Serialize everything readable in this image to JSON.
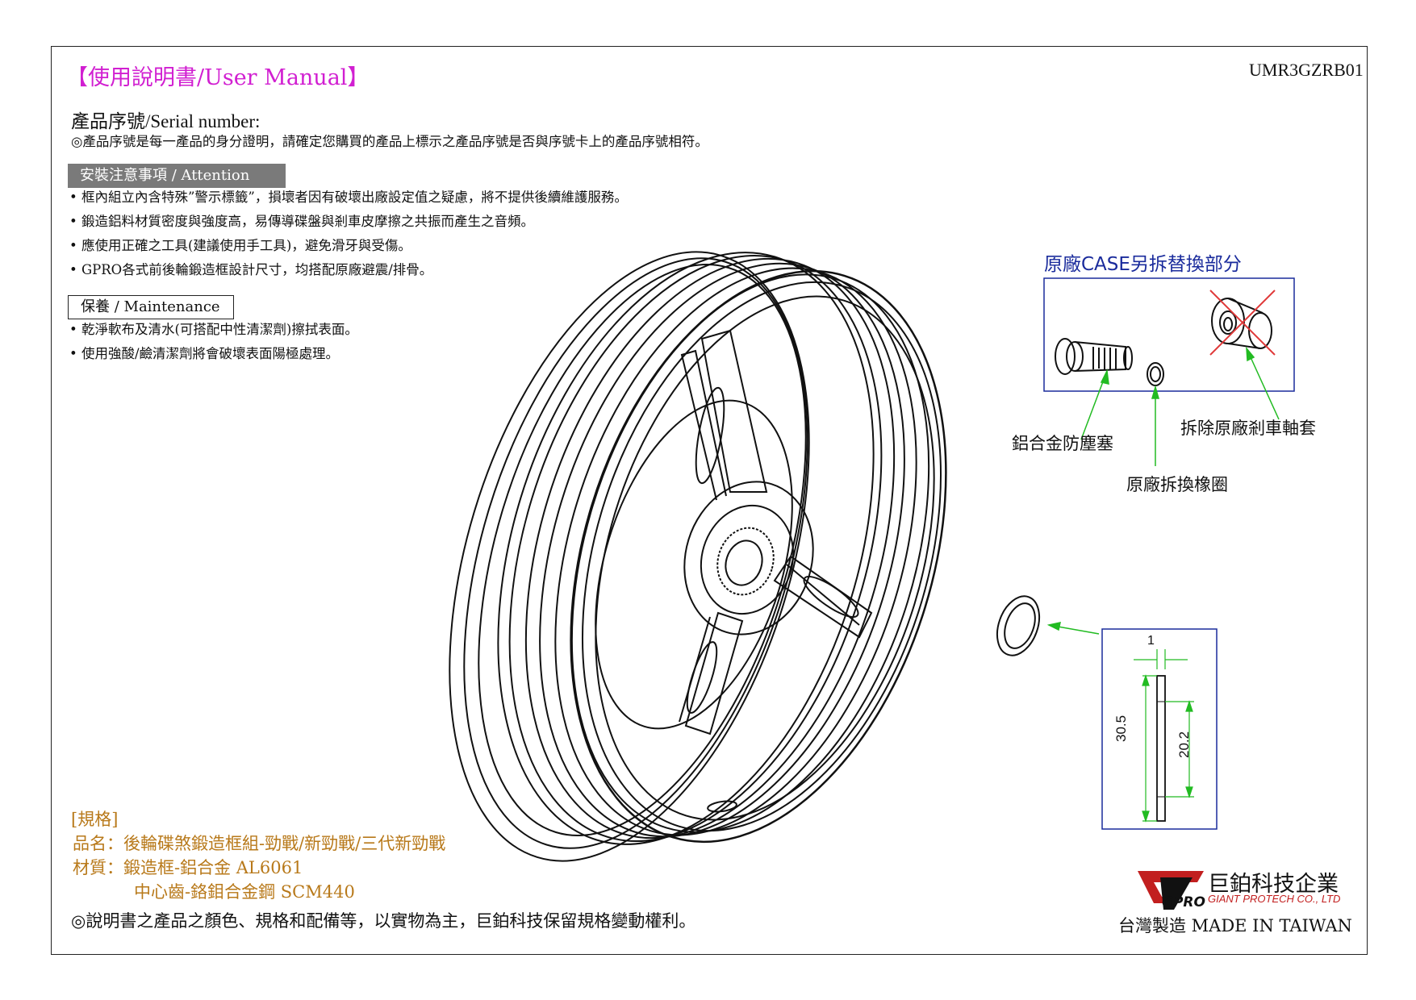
{
  "header": {
    "title": "【使用說明書/User Manual】",
    "doc_code": "UMR3GZRB01"
  },
  "serial": {
    "label": "產品序號/Serial number:",
    "note": "◎產品序號是每一產品的身分證明，請確定您購買的產品上標示之產品序號是否與序號卡上的產品序號相符。"
  },
  "attention": {
    "heading": "安裝注意事項 / Attention",
    "items": [
      "• 框內組立內含特殊”警示標籤”，損壞者因有破壞出廠設定值之疑慮，將不提供後續維護服務。",
      "• 鍛造鋁料材質密度與強度高，易傳導碟盤與剎車皮摩擦之共振而產生之音頻。",
      "• 應使用正確之工具(建議使用手工具)，避免滑牙與受傷。",
      "• GPRO各式前後輪鍛造框設計尺寸，均搭配原廠避震/排骨。"
    ]
  },
  "maintenance": {
    "heading": "保養 / Maintenance",
    "items": [
      "• 乾淨軟布及清水(可搭配中性清潔劑)擦拭表面。",
      "• 使用強酸/鹼清潔劑將會破壞表面陽極處理。"
    ]
  },
  "diagram": {
    "case_title": "原廠CASE另拆替換部分",
    "callouts": {
      "dust_plug": "鋁合金防塵塞",
      "remove_sleeve": "拆除原廠剎車軸套",
      "o_ring": "原廠拆換橡圈"
    },
    "dimensions": {
      "thickness": "1",
      "outer_diameter": "30.5",
      "inner_diameter": "20.2"
    }
  },
  "specs": {
    "heading": "[規格]",
    "line1": "品名：後輪碟煞鍛造框組-勁戰/新勁戰/三代新勁戰",
    "line2": "材質：鍛造框-鋁合金 AL6061",
    "line3": "中心齒-鉻鉬合金鋼 SCM440"
  },
  "disclaimer": "◎說明書之產品之顏色、規格和配備等，以實物為主，巨鉑科技保留規格變動權利。",
  "company": {
    "logo_text": "GPRO",
    "name_zh": "巨鉑科技企業",
    "name_en": "GIANT PROTECH CO., LTD",
    "made_in": "台灣製造 MADE IN TAIWAN"
  },
  "colors": {
    "title": "#d11fd1",
    "case_title": "#1a2b9c",
    "specs": "#b8791a",
    "arrows": "#22bb22",
    "logo_red": "#c21f1f"
  }
}
